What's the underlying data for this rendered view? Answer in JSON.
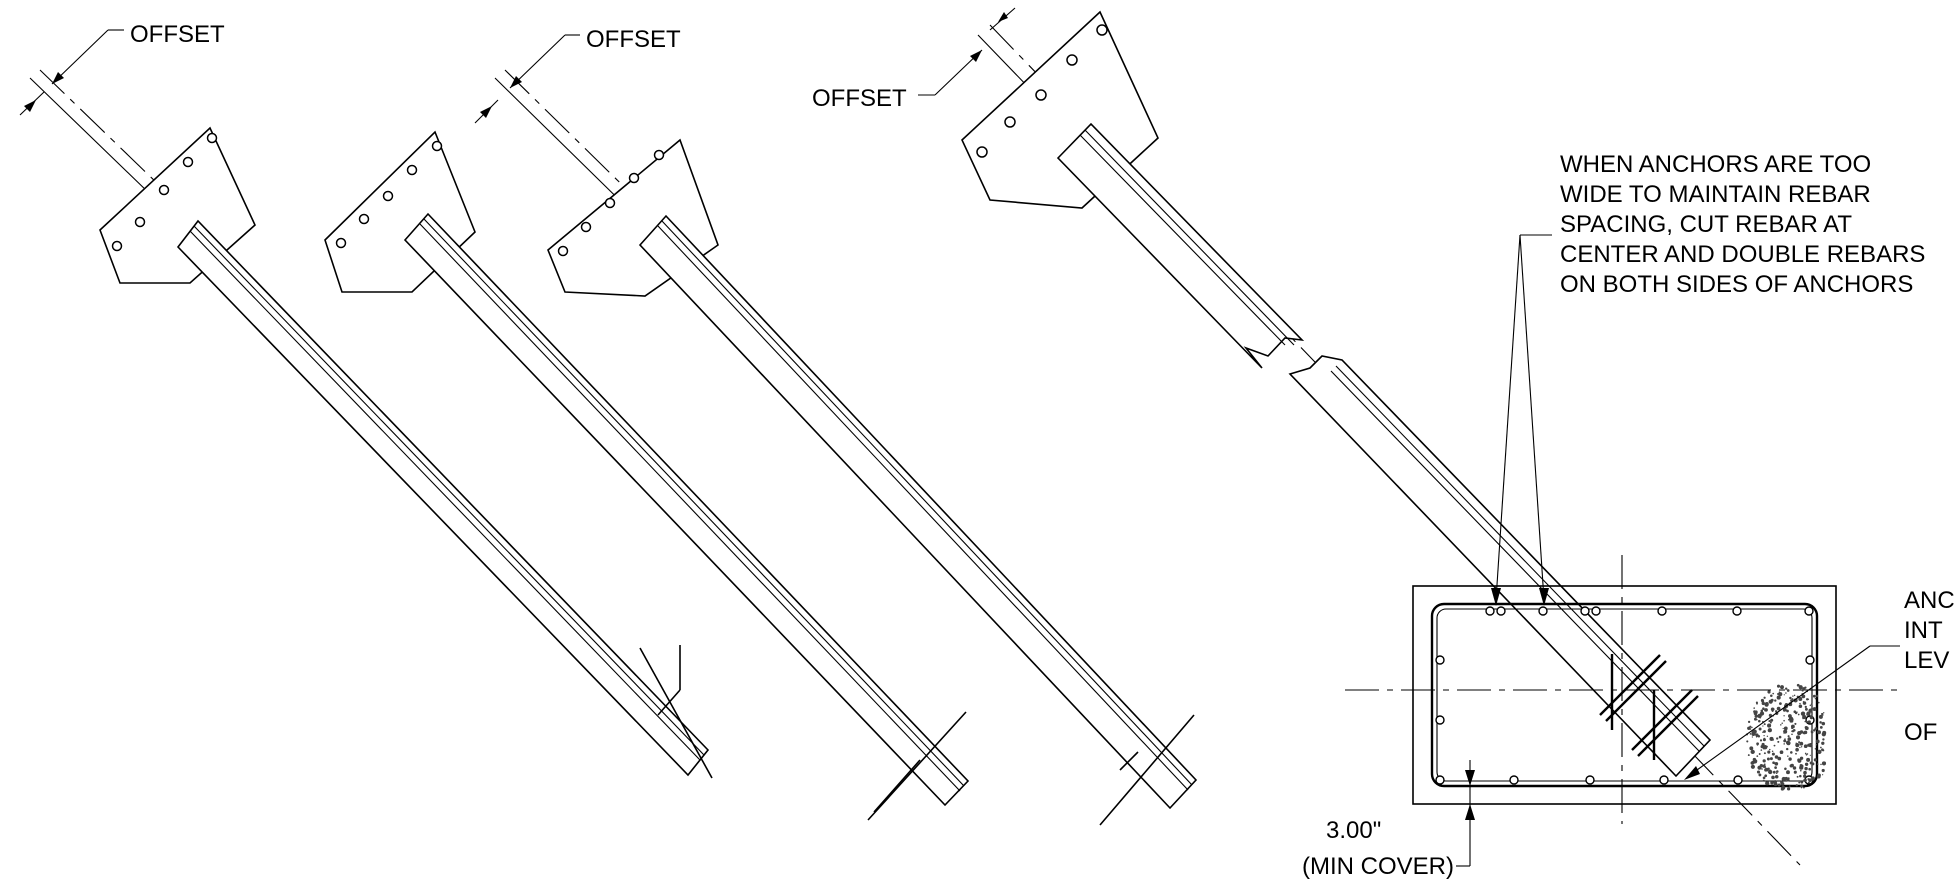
{
  "labels": {
    "offset_1": "OFFSET",
    "offset_2": "OFFSET",
    "offset_3": "OFFSET",
    "rebar_note": [
      "WHEN ANCHORS ARE TOO",
      "WIDE TO MAINTAIN REBAR",
      "SPACING, CUT REBAR AT",
      "CENTER AND DOUBLE REBARS",
      "ON BOTH SIDES OF ANCHORS"
    ],
    "anchor_note_partial": [
      "ANC",
      "INT",
      "LEV",
      "OF"
    ],
    "cover_dimension": "3.00\"",
    "cover_note": "(MIN COVER)"
  }
}
